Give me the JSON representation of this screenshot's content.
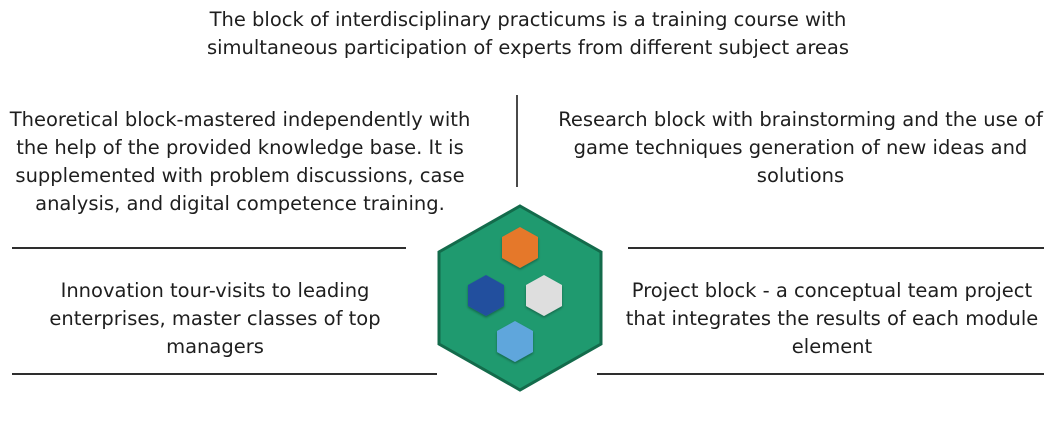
{
  "header": {
    "lines": [
      "The block of interdisciplinary practicums is a training course with",
      "simultaneous participation of experts from different subject areas"
    ]
  },
  "blocks": {
    "theoretical": {
      "lines": [
        "Theoretical block-mastered independently with",
        "the help of the provided knowledge base. It is",
        "supplemented with problem discussions, case",
        "analysis, and digital competence training."
      ]
    },
    "research": {
      "lines": [
        "Research block with brainstorming and the use of",
        "game techniques generation of new ideas and",
        "solutions"
      ]
    },
    "innovation": {
      "lines": [
        "Innovation tour-visits to leading",
        "enterprises, master classes of top",
        "managers"
      ]
    },
    "project": {
      "lines": [
        "Project block - a conceptual team project",
        "that integrates the results of each module",
        "element"
      ]
    }
  },
  "emblem": {
    "icon": "hexagon-cluster-icon",
    "colors": {
      "outer": "#1f9a6f",
      "outer_border": "#136b4b",
      "top": "#e5782a",
      "left": "#244f9e",
      "right": "#dedede",
      "bottom": "#5fa6dc"
    }
  },
  "colors": {
    "text": "#1e1e1e",
    "divider": "#2e2e2e"
  }
}
